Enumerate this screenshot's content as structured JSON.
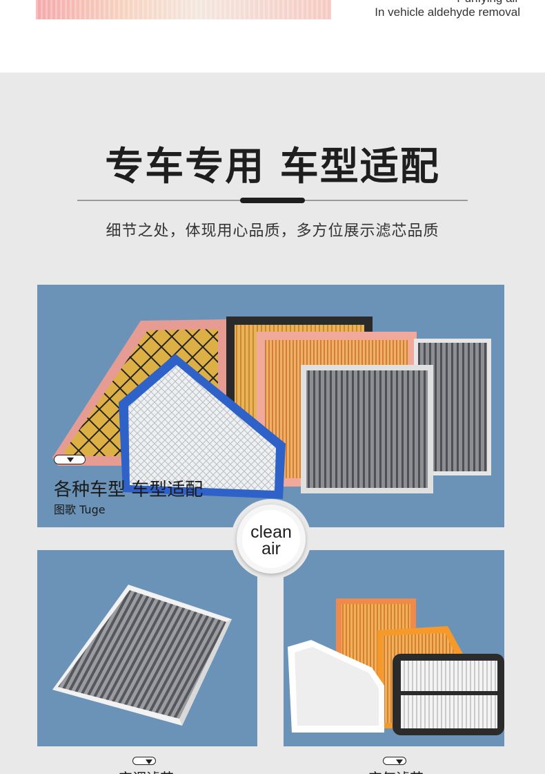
{
  "top": {
    "cut_text": "Purifying air",
    "text": "In vehicle aldehyde removal"
  },
  "heading": {
    "title": "专车专用 车型适配",
    "subtitle": "细节之处，体现用心品质，多方位展示滤芯品质"
  },
  "panel_top": {
    "caption_main": "各种车型 车型适配",
    "caption_sub": "图歌  Tuge"
  },
  "badge": {
    "line1": "clean",
    "line2": "air"
  },
  "bottom_left": {
    "caption": "空调滤芯"
  },
  "bottom_right": {
    "caption": "空气滤芯"
  },
  "colors": {
    "panel": "#6b93b8",
    "background": "#e9e9e9",
    "title": "#1e1e1e"
  }
}
